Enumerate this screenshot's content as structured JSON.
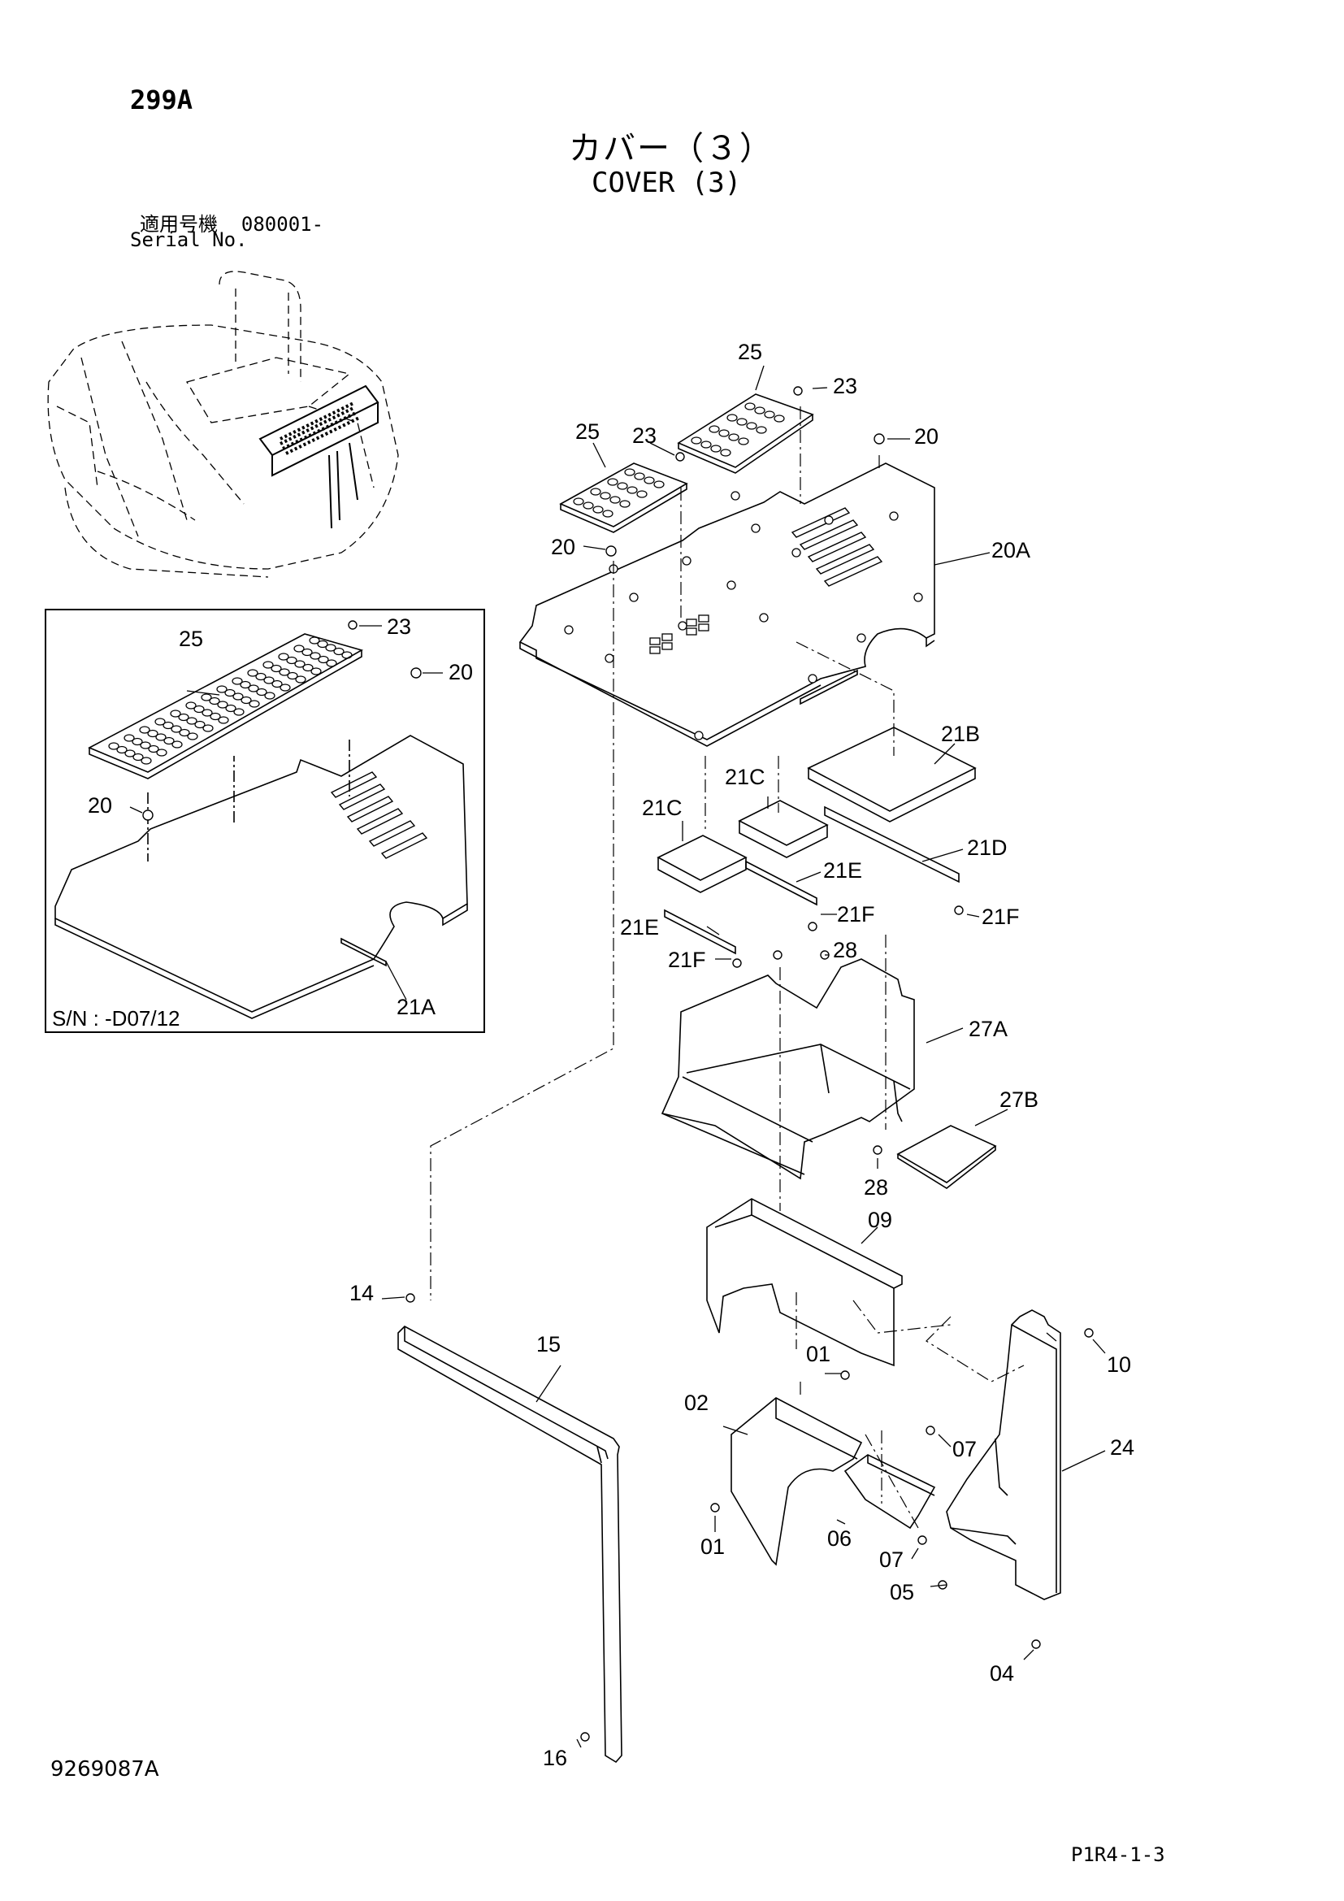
{
  "header": {
    "page_code": "299A",
    "title_jp": "カバー（３）",
    "title_en": "COVER (3)",
    "serial_label_jp": "適用号機",
    "serial_value": "080001-",
    "serial_label_en": "Serial No."
  },
  "inset": {
    "serial_note": "S/N : -D07/12"
  },
  "callouts": {
    "c25a": "25",
    "c23a": "23",
    "c25b": "25",
    "c23b": "23",
    "c20a": "20",
    "c20b": "20",
    "c20A": "20A",
    "c21B": "21B",
    "c21C_a": "21C",
    "c21C_b": "21C",
    "c21D": "21D",
    "c21E_a": "21E",
    "c21E_b": "21E",
    "c21F_a": "21F",
    "c21F_b": "21F",
    "c21F_c": "21F",
    "c28a": "28",
    "c27A": "27A",
    "c27B": "27B",
    "c28b": "28",
    "c09": "09",
    "c14": "14",
    "c15": "15",
    "c01a": "01",
    "c02": "02",
    "c10": "10",
    "c24": "24",
    "c07a": "07",
    "c01b": "01",
    "c06": "06",
    "c07b": "07",
    "c05": "05",
    "c04": "04",
    "c16": "16",
    "i25": "25",
    "i23": "23",
    "i20a": "20",
    "i20b": "20",
    "i21A": "21A"
  },
  "footer": {
    "doc_id": "9269087A",
    "page_ref": "P1R4-1-3"
  }
}
